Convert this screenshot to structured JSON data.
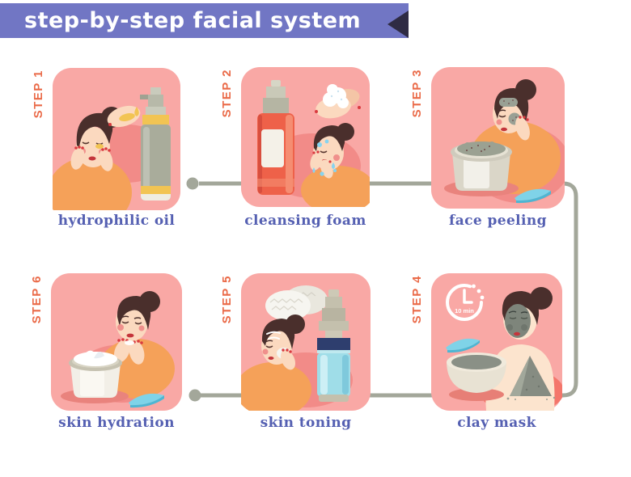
{
  "banner": {
    "title": "step-by-step facial system",
    "bg_color": "#7176C4",
    "text_color": "#FFFFFF",
    "notch_color": "#2E2B43"
  },
  "connector": {
    "color": "#A3A79A"
  },
  "colors": {
    "card_bg": "#F9A8A5",
    "accent_pink": "#F28B88",
    "step_label": "#EA6A48",
    "caption_text": "#5560B2",
    "body_orange": "#F5A159",
    "spatula_blue": "#7FD3E8",
    "clay_gray": "#868C82"
  },
  "steps": [
    {
      "step_label": "STEP 1",
      "caption": "hydrophilic oil",
      "illustration": "woman-applying-oil-pump-bottle"
    },
    {
      "step_label": "STEP 2",
      "caption": "cleansing foam",
      "illustration": "foam-bottle-hands-washing-face"
    },
    {
      "step_label": "STEP 3",
      "caption": "face peeling",
      "illustration": "woman-peeling-patches-jar-spatula"
    },
    {
      "step_label": "STEP 6",
      "caption": "skin hydration",
      "illustration": "woman-cream-jar-spatula"
    },
    {
      "step_label": "STEP 5",
      "caption": "skin toning",
      "illustration": "cotton-pads-spray-bottle-woman"
    },
    {
      "step_label": "STEP 4",
      "caption": "clay mask",
      "illustration": "clay-mask-bowl-pyramid-timer",
      "timer_label": "10 min"
    }
  ]
}
